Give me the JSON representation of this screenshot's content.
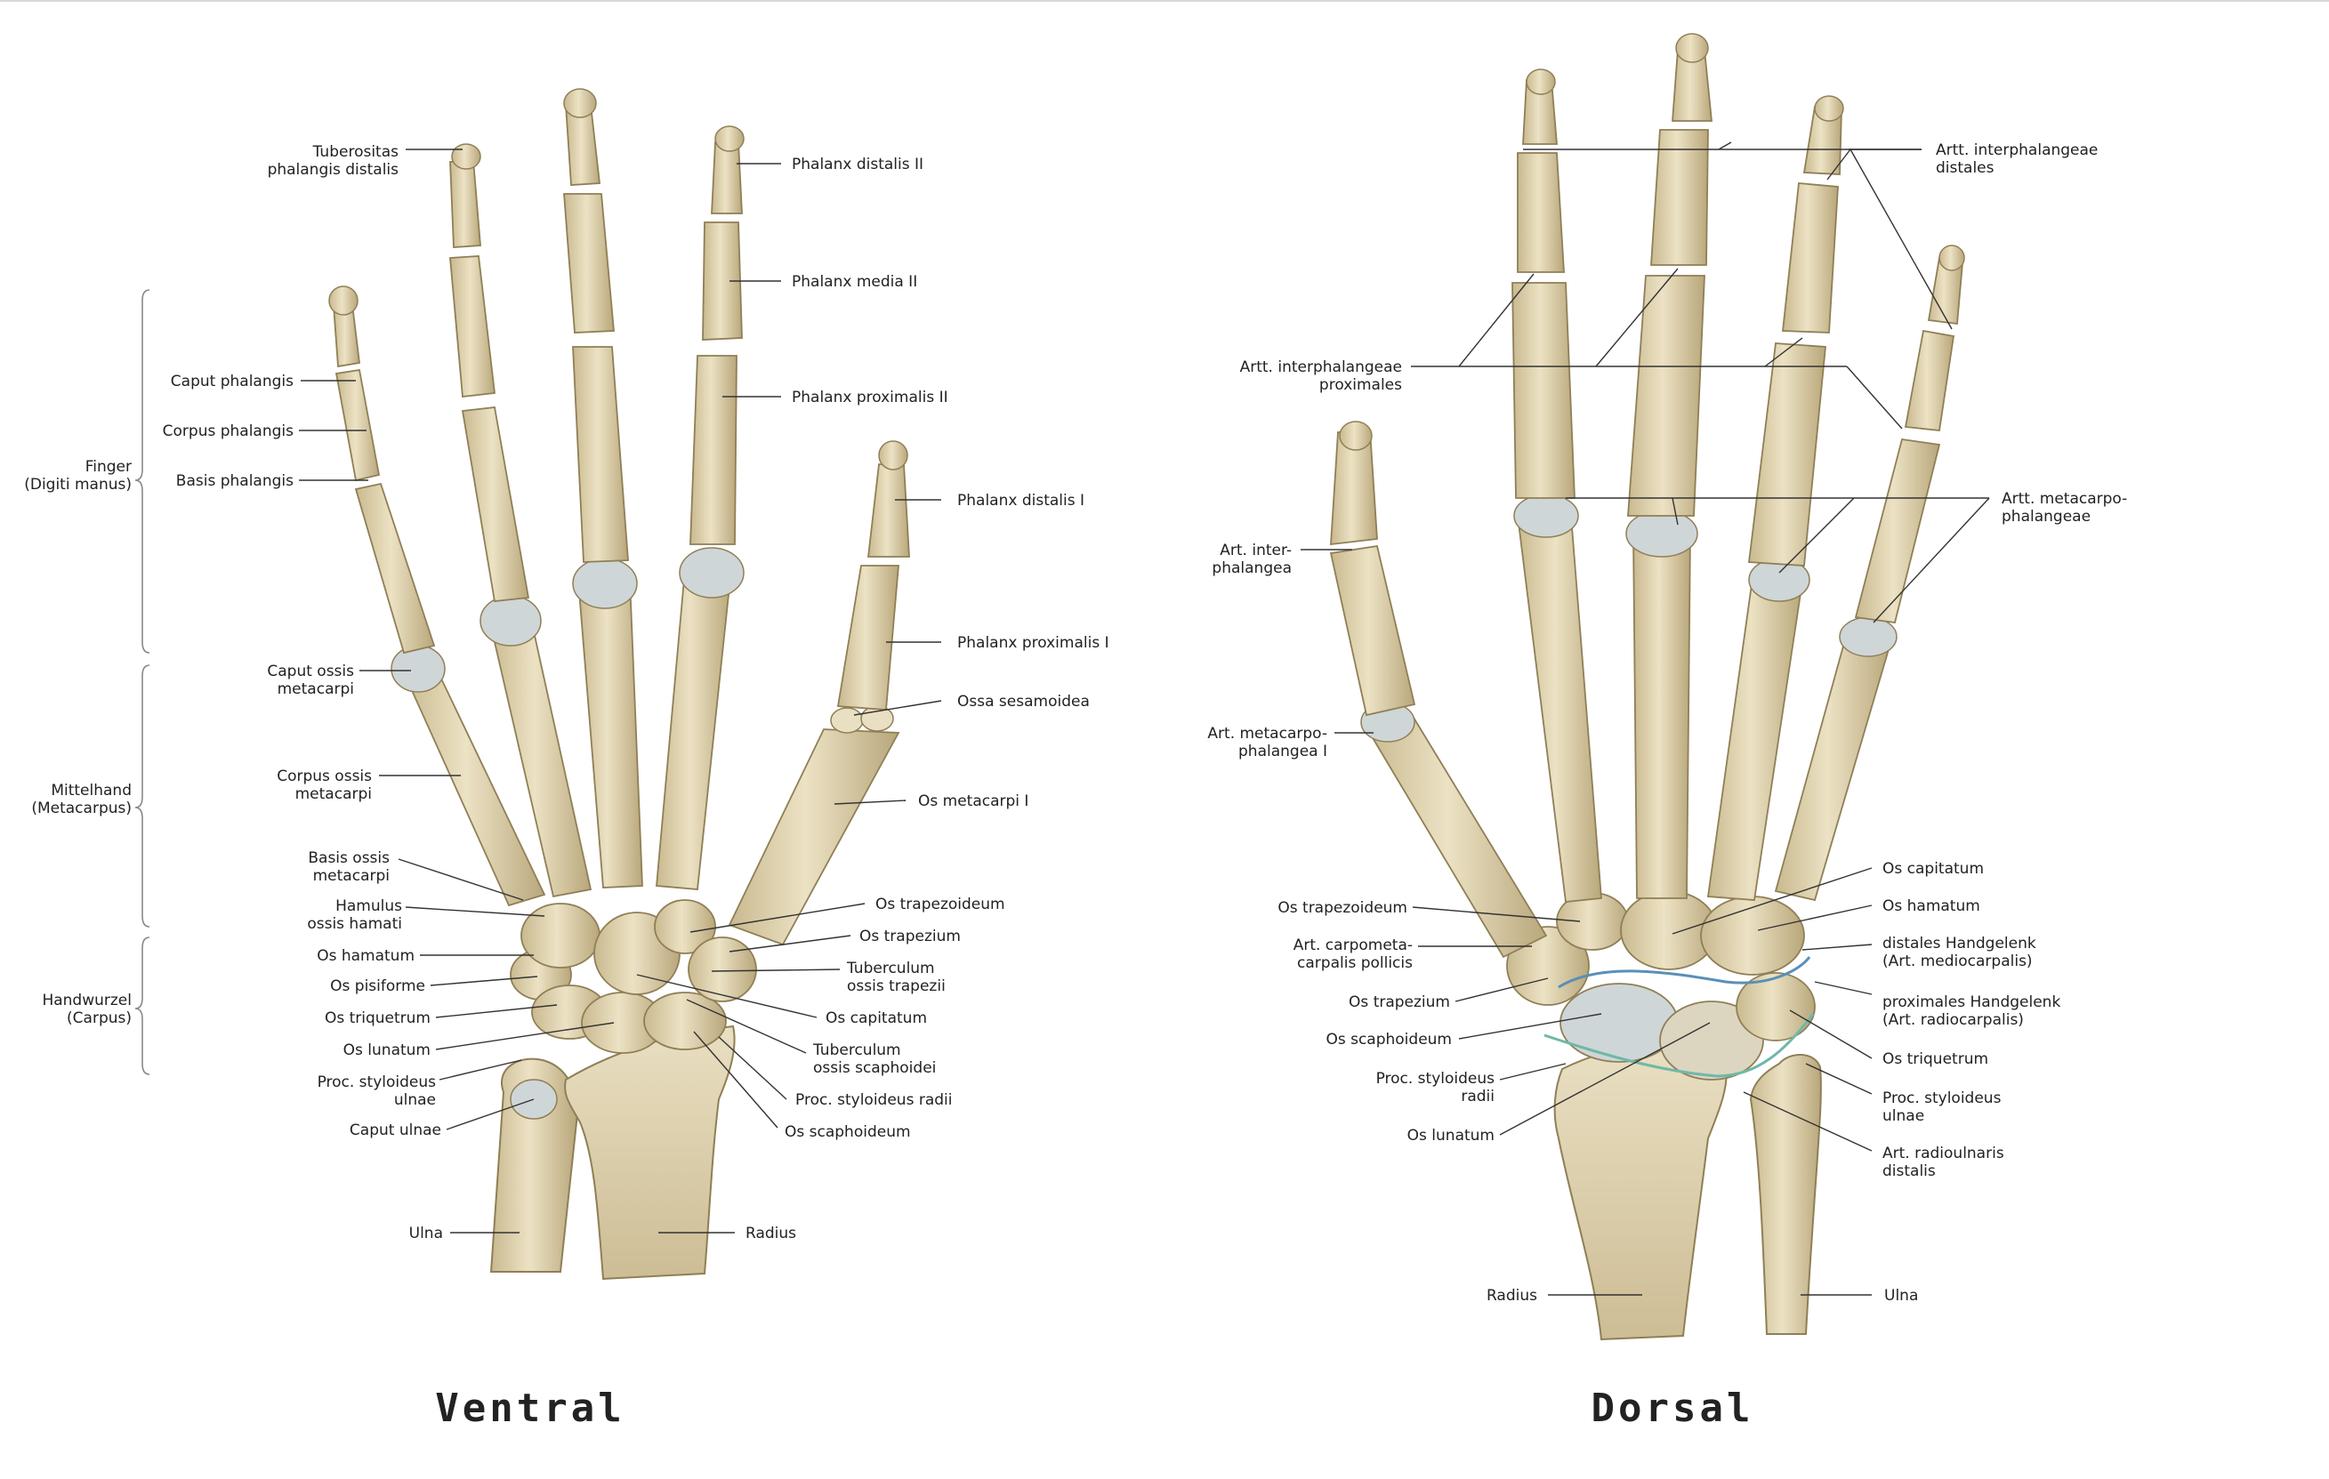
{
  "colors": {
    "bone": "#e4d7b4",
    "bone_shadow": "#b8a77e",
    "bone_outline": "#8f7f56",
    "cartilage": "#cfd6d8",
    "leader": "#333333",
    "midcarpal_line": "#5a8fb8",
    "radiocarpal_line": "#6fb8a8"
  },
  "ventral": {
    "title": "Ventral",
    "regions": {
      "finger": [
        "Finger",
        "(Digiti manus)"
      ],
      "metacarpus": [
        "Mittelhand",
        "(Metacarpus)"
      ],
      "carpus": [
        "Handwurzel",
        "(Carpus)"
      ]
    },
    "labels": {
      "tuberositas": [
        "Tuberositas",
        "phalangis distalis"
      ],
      "caput_phalangis": [
        "Caput phalangis"
      ],
      "corpus_phalangis": [
        "Corpus phalangis"
      ],
      "basis_phalangis": [
        "Basis phalangis"
      ],
      "caput_ossis_metacarpi": [
        "Caput ossis",
        "metacarpi"
      ],
      "corpus_ossis_metacarpi": [
        "Corpus ossis",
        "metacarpi"
      ],
      "basis_ossis_metacarpi": [
        "Basis ossis",
        "metacarpi"
      ],
      "hamulus": [
        "Hamulus",
        "ossis hamati"
      ],
      "os_hamatum": [
        "Os hamatum"
      ],
      "os_pisiforme": [
        "Os pisiforme"
      ],
      "os_triquetrum": [
        "Os triquetrum"
      ],
      "os_lunatum": [
        "Os lunatum"
      ],
      "proc_styl_ulnae": [
        "Proc. styloideus",
        "ulnae"
      ],
      "caput_ulnae": [
        "Caput ulnae"
      ],
      "ulna": [
        "Ulna"
      ],
      "phalanx_distalis_ii": [
        "Phalanx distalis II"
      ],
      "phalanx_media_ii": [
        "Phalanx media II"
      ],
      "phalanx_proximalis_ii": [
        "Phalanx proximalis II"
      ],
      "phalanx_distalis_i": [
        "Phalanx distalis I"
      ],
      "phalanx_proximalis_i": [
        "Phalanx proximalis I"
      ],
      "ossa_sesamoidea": [
        "Ossa sesamoidea"
      ],
      "os_metacarpi_i": [
        "Os metacarpi I"
      ],
      "os_trapezoideum": [
        "Os trapezoideum"
      ],
      "os_trapezium": [
        "Os trapezium"
      ],
      "tuberculum_trapezii": [
        "Tuberculum",
        "ossis trapezii"
      ],
      "os_capitatum": [
        "Os capitatum"
      ],
      "tuberculum_scaphoidei": [
        "Tuberculum",
        "ossis scaphoidei"
      ],
      "proc_styl_radii": [
        "Proc. styloideus radii"
      ],
      "os_scaphoideum": [
        "Os scaphoideum"
      ],
      "radius": [
        "Radius"
      ]
    }
  },
  "dorsal": {
    "title": "Dorsal",
    "labels": {
      "artt_ip_prox": [
        "Artt. interphalangeae",
        "proximales"
      ],
      "art_interphalangea": [
        "Art. inter-",
        "phalangea"
      ],
      "art_mcp_i": [
        "Art. metacarpo-",
        "phalangea I"
      ],
      "os_trapezoideum": [
        "Os trapezoideum"
      ],
      "art_carpometacarpalis": [
        "Art. carpometa-",
        "carpalis pollicis"
      ],
      "os_trapezium": [
        "Os trapezium"
      ],
      "os_scaphoideum": [
        "Os scaphoideum"
      ],
      "proc_styl_radii": [
        "Proc. styloideus",
        "radii"
      ],
      "os_lunatum": [
        "Os lunatum"
      ],
      "radius": [
        "Radius"
      ],
      "artt_ip_dist": [
        "Artt. interphalangeae",
        "distales"
      ],
      "artt_mcp": [
        "Artt. metacarpo-",
        "phalangeae"
      ],
      "os_capitatum": [
        "Os capitatum"
      ],
      "os_hamatum": [
        "Os hamatum"
      ],
      "distales_handgelenk": [
        "distales Handgelenk",
        "(Art. mediocarpalis)"
      ],
      "proximales_handgelenk": [
        "proximales Handgelenk",
        "(Art. radiocarpalis)"
      ],
      "os_triquetrum": [
        "Os triquetrum"
      ],
      "proc_styl_ulnae": [
        "Proc. styloideus",
        "ulnae"
      ],
      "art_radioulnaris": [
        "Art. radioulnaris",
        "distalis"
      ],
      "ulna": [
        "Ulna"
      ]
    }
  }
}
